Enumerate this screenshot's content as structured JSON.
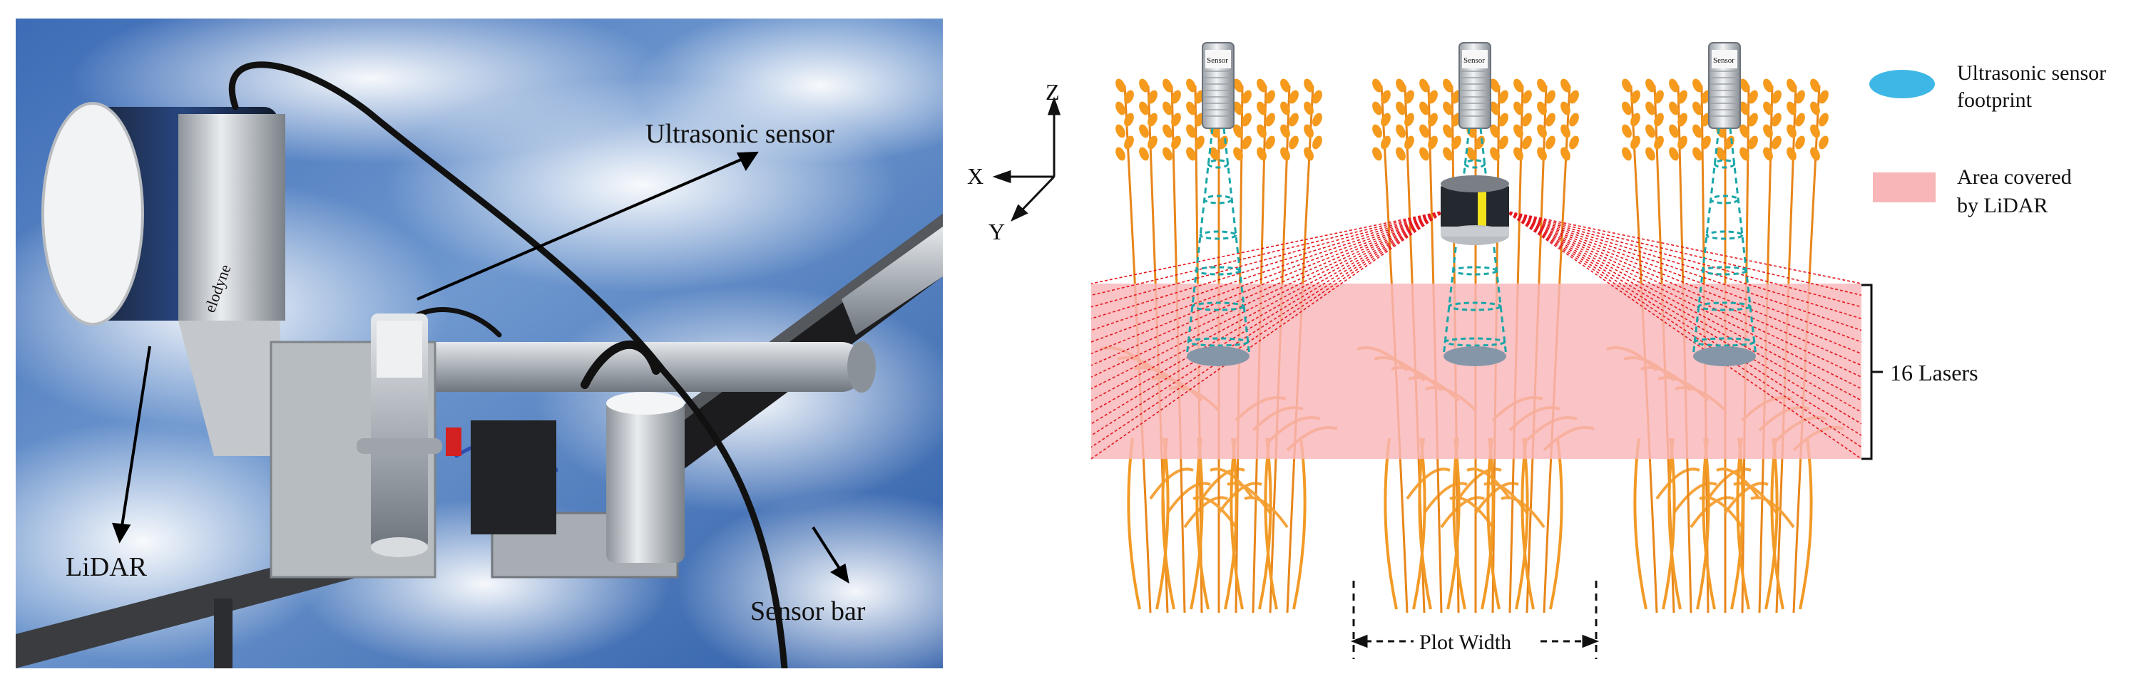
{
  "photo": {
    "labels": {
      "ultrasonic": "Ultrasonic sensor",
      "lidar": "LiDAR",
      "sensor_bar": "Sensor bar"
    },
    "lidar_brand": "elodyne"
  },
  "schematic": {
    "axes": {
      "z": "Z",
      "x": "X",
      "y": "Y"
    },
    "sensor_text": "Sensor",
    "legend": {
      "ultrasonic_line1": "Ultrasonic sensor",
      "ultrasonic_line2": "footprint",
      "lidar_line1": "Area covered",
      "lidar_line2": "by LiDAR"
    },
    "lasers_label": "16 Lasers",
    "plot_width_label": "Plot Width",
    "laser_count": 16,
    "colors": {
      "wheat": "#f59a1c",
      "laser": "#e3181f",
      "lidar_area": "#f9b6b8",
      "footprint": "#3fb7e6",
      "cone": "#1aa6a8"
    }
  }
}
